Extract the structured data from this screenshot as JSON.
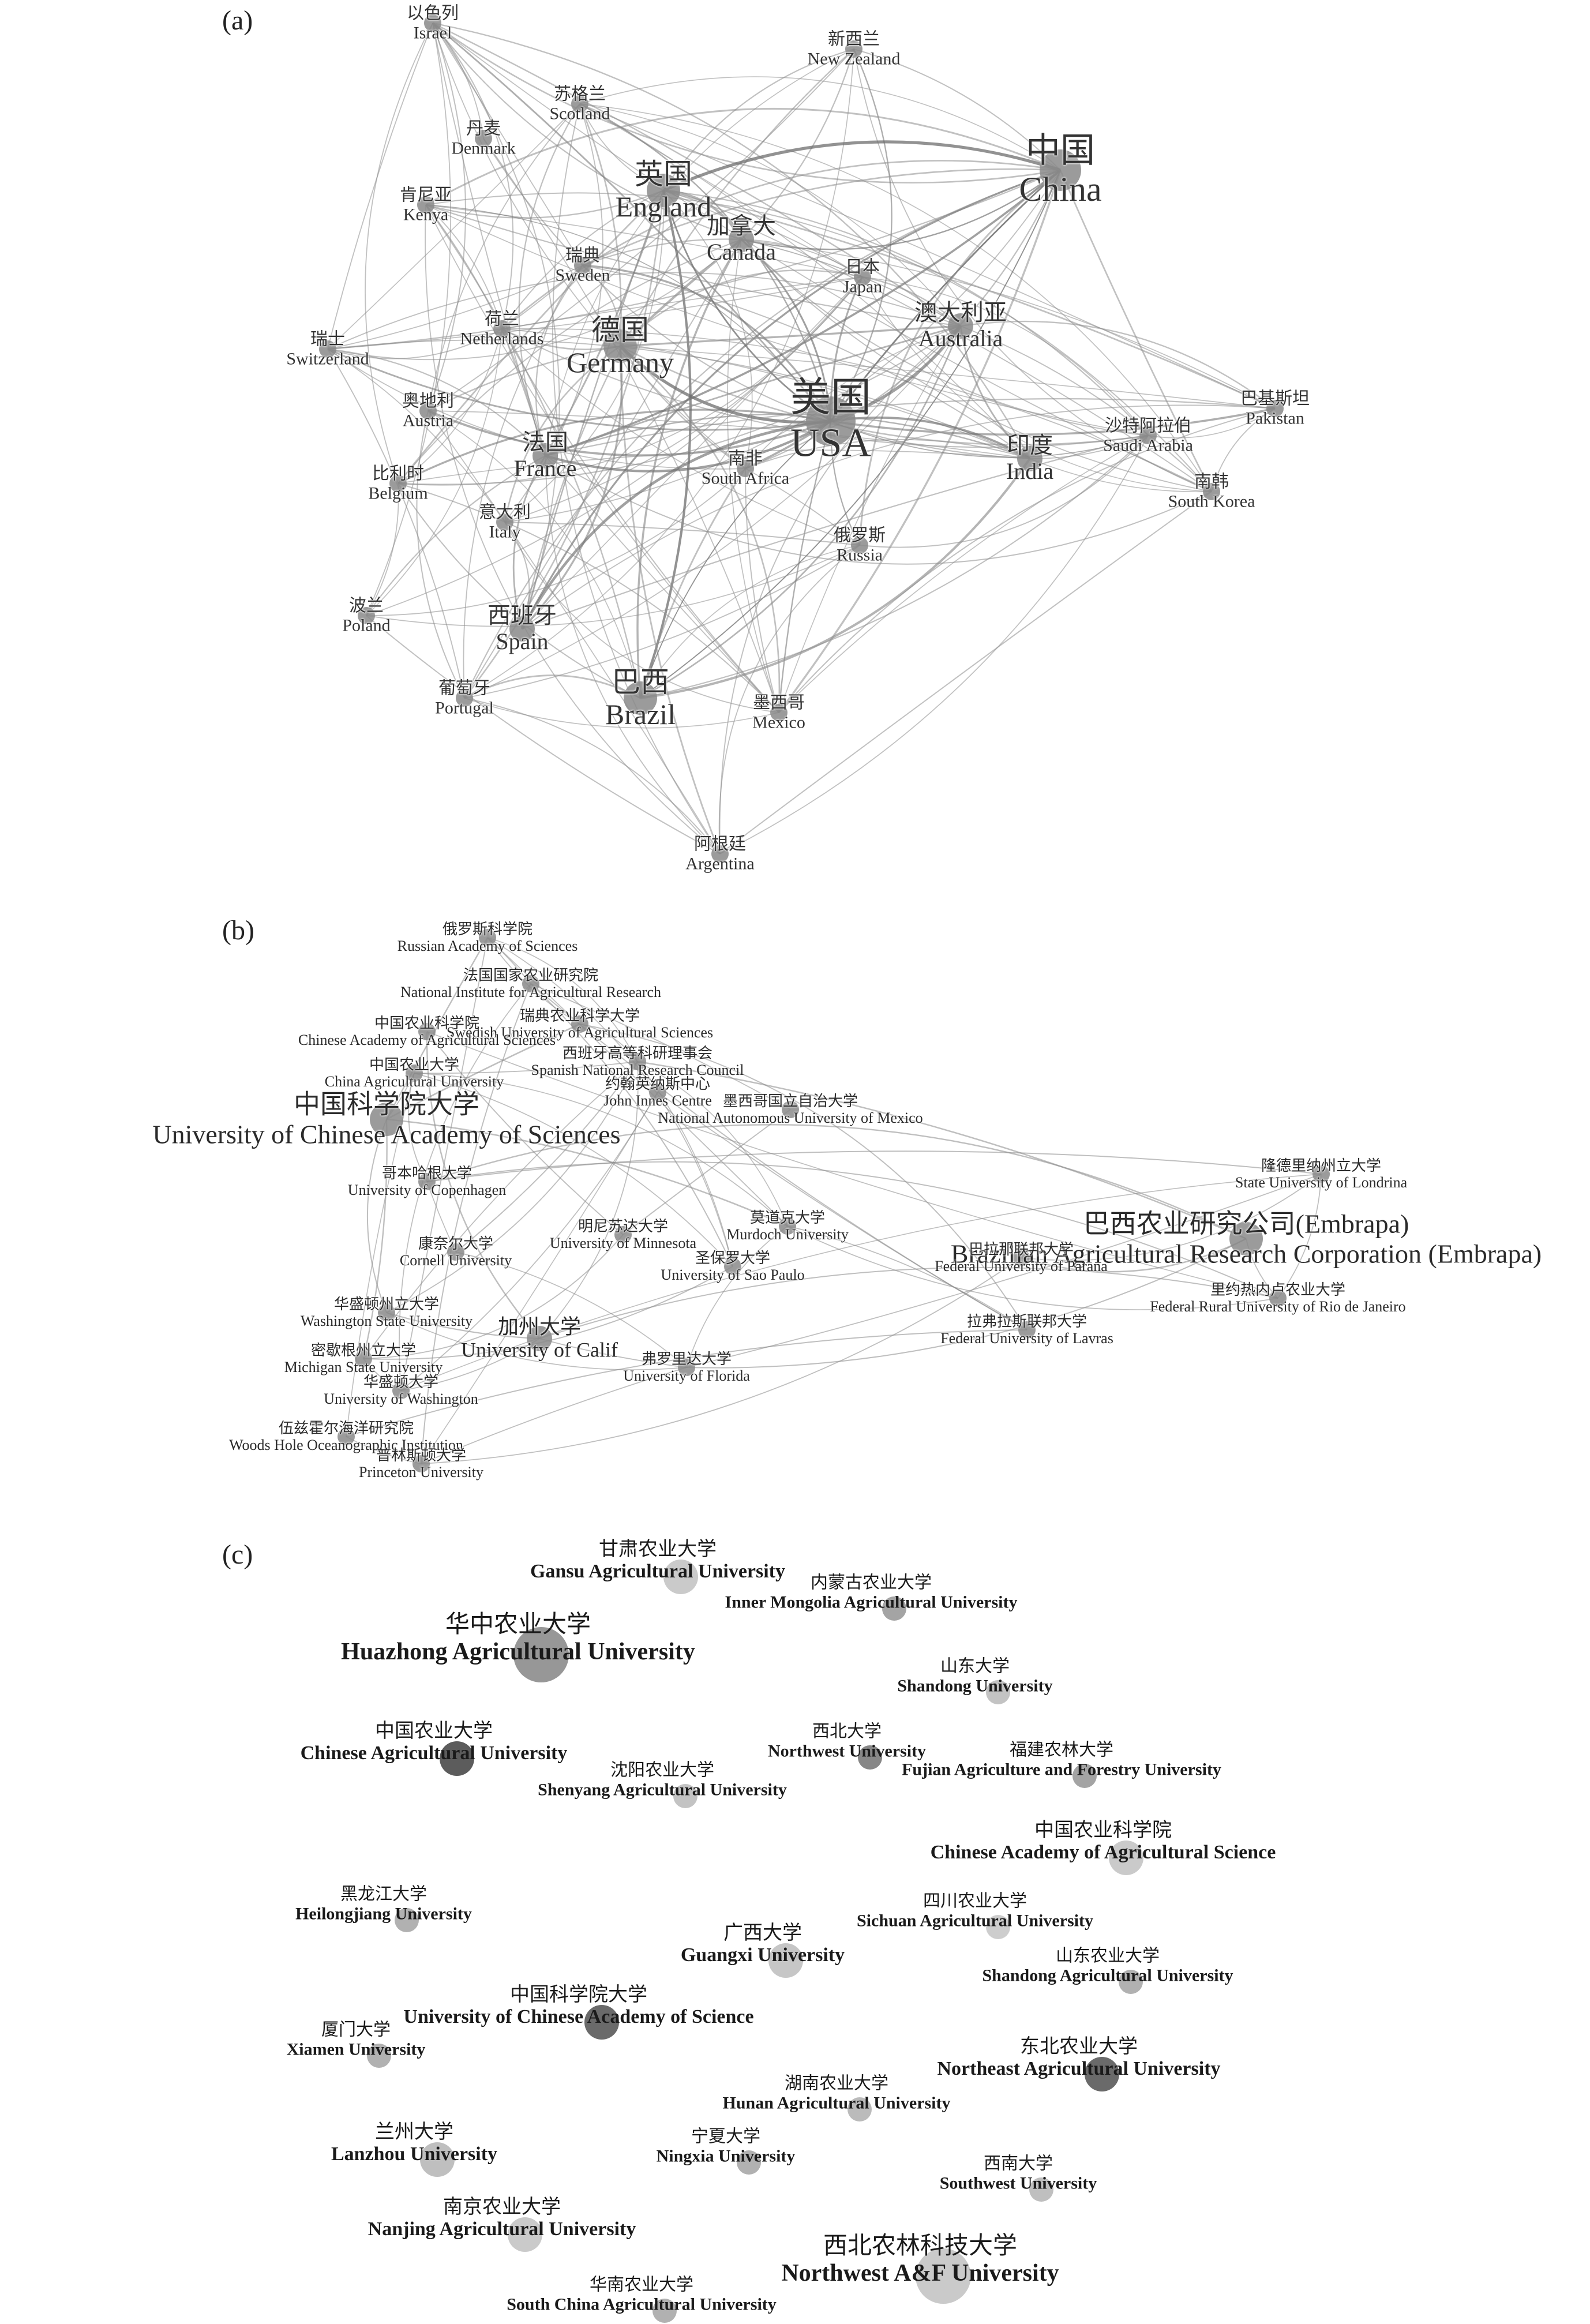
{
  "panels": [
    {
      "label": "(a)",
      "nodes": [
        {
          "zh": "以色列",
          "en": "Israel",
          "size": 1
        },
        {
          "zh": "新西兰",
          "en": "New Zealand",
          "size": 1
        },
        {
          "zh": "苏格兰",
          "en": "Scotland",
          "size": 1
        },
        {
          "zh": "丹麦",
          "en": "Denmark",
          "size": 1
        },
        {
          "zh": "英国",
          "en": "England",
          "size": 3
        },
        {
          "zh": "中国",
          "en": "China",
          "size": 4
        },
        {
          "zh": "肯尼亚",
          "en": "Kenya",
          "size": 1
        },
        {
          "zh": "加拿大",
          "en": "Canada",
          "size": 2
        },
        {
          "zh": "瑞典",
          "en": "Sweden",
          "size": 1
        },
        {
          "zh": "日本",
          "en": "Japan",
          "size": 1
        },
        {
          "zh": "瑞士",
          "en": "Switzerland",
          "size": 1
        },
        {
          "zh": "荷兰",
          "en": "Netherlands",
          "size": 1
        },
        {
          "zh": "德国",
          "en": "Germany",
          "size": 3
        },
        {
          "zh": "澳大利亚",
          "en": "Australia",
          "size": 2
        },
        {
          "zh": "美国",
          "en": "USA",
          "size": 5
        },
        {
          "zh": "巴基斯坦",
          "en": "Pakistan",
          "size": 1
        },
        {
          "zh": "奥地利",
          "en": "Austria",
          "size": 1
        },
        {
          "zh": "沙特阿拉伯",
          "en": "Saudi Arabia",
          "size": 1
        },
        {
          "zh": "法国",
          "en": "France",
          "size": 2
        },
        {
          "zh": "南非",
          "en": "South Africa",
          "size": 1
        },
        {
          "zh": "印度",
          "en": "India",
          "size": 2
        },
        {
          "zh": "比利时",
          "en": "Belgium",
          "size": 1
        },
        {
          "zh": "南韩",
          "en": "South Korea",
          "size": 1
        },
        {
          "zh": "意大利",
          "en": "Italy",
          "size": 1
        },
        {
          "zh": "俄罗斯",
          "en": "Russia",
          "size": 1
        },
        {
          "zh": "波兰",
          "en": "Poland",
          "size": 1
        },
        {
          "zh": "西班牙",
          "en": "Spain",
          "size": 2
        },
        {
          "zh": "葡萄牙",
          "en": "Portugal",
          "size": 1
        },
        {
          "zh": "巴西",
          "en": "Brazil",
          "size": 3
        },
        {
          "zh": "墨西哥",
          "en": "Mexico",
          "size": 1
        },
        {
          "zh": "阿根廷",
          "en": "Argentina",
          "size": 1
        }
      ]
    },
    {
      "label": "(b)",
      "nodes": [
        {
          "zh": "俄罗斯科学院",
          "en": "Russian Academy of Sciences",
          "size": 1
        },
        {
          "zh": "法国国家农业研究院",
          "en": "National Institute for Agricultural Research",
          "size": 1
        },
        {
          "zh": "瑞典农业科学大学",
          "en": "Swedish University of  Agricultural Sciences",
          "size": 1
        },
        {
          "zh": "中国农业科学院",
          "en": "Chinese Academy of Agricultural Sciences",
          "size": 1
        },
        {
          "zh": "西班牙高等科研理事会",
          "en": "Spanish National Research Council",
          "size": 1
        },
        {
          "zh": "中国农业大学",
          "en": "China Agricultural University",
          "size": 1
        },
        {
          "zh": "约翰英纳斯中心",
          "en": "John Innes Centre",
          "size": 1
        },
        {
          "zh": "中国科学院大学",
          "en": "University of Chinese Academy of Sciences",
          "size": 3
        },
        {
          "zh": "墨西哥国立自治大学",
          "en": "National Autonomous University of Mexico",
          "size": 1
        },
        {
          "zh": "隆德里纳州立大学",
          "en": "State University of Londrina",
          "size": 1
        },
        {
          "zh": "哥本哈根大学",
          "en": "University of Copenhagen",
          "size": 1
        },
        {
          "zh": "巴西农业研究公司(Embrapa)",
          "en": "Brazilian Agricultural Research Corporation (Embrapa)",
          "size": 3
        },
        {
          "zh": "莫道克大学",
          "en": "Murdoch University",
          "size": 1
        },
        {
          "zh": "明尼苏达大学",
          "en": "University of Minnesota",
          "size": 1
        },
        {
          "zh": "康奈尔大学",
          "en": "Cornell University",
          "size": 1
        },
        {
          "zh": "巴拉那联邦大学",
          "en": "Federal University of Parana",
          "size": 1
        },
        {
          "zh": "圣保罗大学",
          "en": "University of  Sao Paulo",
          "size": 1
        },
        {
          "zh": "里约热内卢农业大学",
          "en": "Federal Rural University of Rio de Janeiro",
          "size": 1
        },
        {
          "zh": "华盛顿州立大学",
          "en": "Washington State University",
          "size": 1
        },
        {
          "zh": "拉弗拉斯联邦大学",
          "en": "Federal University of Lavras",
          "size": 1
        },
        {
          "zh": "加州大学",
          "en": "University of Calif",
          "size": 2
        },
        {
          "zh": "密歇根州立大学",
          "en": "Michigan State University",
          "size": 1
        },
        {
          "zh": "弗罗里达大学",
          "en": "University of Florida",
          "size": 1
        },
        {
          "zh": "华盛顿大学",
          "en": "University of Washington",
          "size": 1
        },
        {
          "zh": "伍兹霍尔海洋研究院",
          "en": "Woods Hole Oceanographic Institution",
          "size": 1
        },
        {
          "zh": "普林斯顿大学",
          "en": "Princeton University",
          "size": 1
        }
      ]
    },
    {
      "label": "(c)",
      "nodes": [
        {
          "zh": "甘肃农业大学",
          "en": "Gansu Agricultural University",
          "size": 2,
          "shade": "#c4c4c4"
        },
        {
          "zh": "内蒙古农业大学",
          "en": "Inner Mongolia Agricultural University",
          "size": 1,
          "shade": "#9a9a9a"
        },
        {
          "zh": "华中农业大学",
          "en": "Huazhong Agricultural University",
          "size": 4,
          "shade": "#8c8c8c"
        },
        {
          "zh": "山东大学",
          "en": "Shandong University",
          "size": 1,
          "shade": "#bdbdbd"
        },
        {
          "zh": "中国农业大学",
          "en": "Chinese Agricultural University",
          "size": 2,
          "shade": "#4a4a4a"
        },
        {
          "zh": "西北大学",
          "en": "Northwest University",
          "size": 1,
          "shade": "#7a7a7a"
        },
        {
          "zh": "沈阳农业大学",
          "en": "Shenyang Agricultural University",
          "size": 1,
          "shade": "#bdbdbd"
        },
        {
          "zh": "福建农林大学",
          "en": "Fujian Agriculture and Forestry University",
          "size": 1,
          "shade": "#9a9a9a"
        },
        {
          "zh": "中国农业科学院",
          "en": "Chinese Academy of Agricultural Science",
          "size": 2,
          "shade": "#c4c4c4"
        },
        {
          "zh": "黑龙江大学",
          "en": "Heilongjiang University",
          "size": 1,
          "shade": "#a8a8a8"
        },
        {
          "zh": "四川农业大学",
          "en": "Sichuan Agricultural University",
          "size": 1,
          "shade": "#c8c8c8"
        },
        {
          "zh": "广西大学",
          "en": "Guangxi University",
          "size": 2,
          "shade": "#c0c0c0"
        },
        {
          "zh": "山东农业大学",
          "en": "Shandong Agricultural University",
          "size": 1,
          "shade": "#a8a8a8"
        },
        {
          "zh": "中国科学院大学",
          "en": "University of Chinese Academy of Science",
          "size": 2,
          "shade": "#5a5a5a"
        },
        {
          "zh": "厦门大学",
          "en": "Xiamen University",
          "size": 1,
          "shade": "#a8a8a8"
        },
        {
          "zh": "东北农业大学",
          "en": "Northeast Agricultural University",
          "size": 2,
          "shade": "#5a5a5a"
        },
        {
          "zh": "湖南农业大学",
          "en": "Hunan Agricultural University",
          "size": 1,
          "shade": "#b4b4b4"
        },
        {
          "zh": "兰州大学",
          "en": "Lanzhou University",
          "size": 2,
          "shade": "#b8b8b8"
        },
        {
          "zh": "宁夏大学",
          "en": "Ningxia University",
          "size": 1,
          "shade": "#a8a8a8"
        },
        {
          "zh": "西南大学",
          "en": "Southwest University",
          "size": 1,
          "shade": "#b8b8b8"
        },
        {
          "zh": "南京农业大学",
          "en": "Nanjing Agricultural University",
          "size": 2,
          "shade": "#c4c4c4"
        },
        {
          "zh": "西北农林科技大学",
          "en": "Northwest A&F University",
          "size": 4,
          "shade": "#c4c4c4"
        },
        {
          "zh": "华南农业大学",
          "en": "South China Agricultural University",
          "size": 1,
          "shade": "#a8a8a8"
        }
      ]
    }
  ]
}
